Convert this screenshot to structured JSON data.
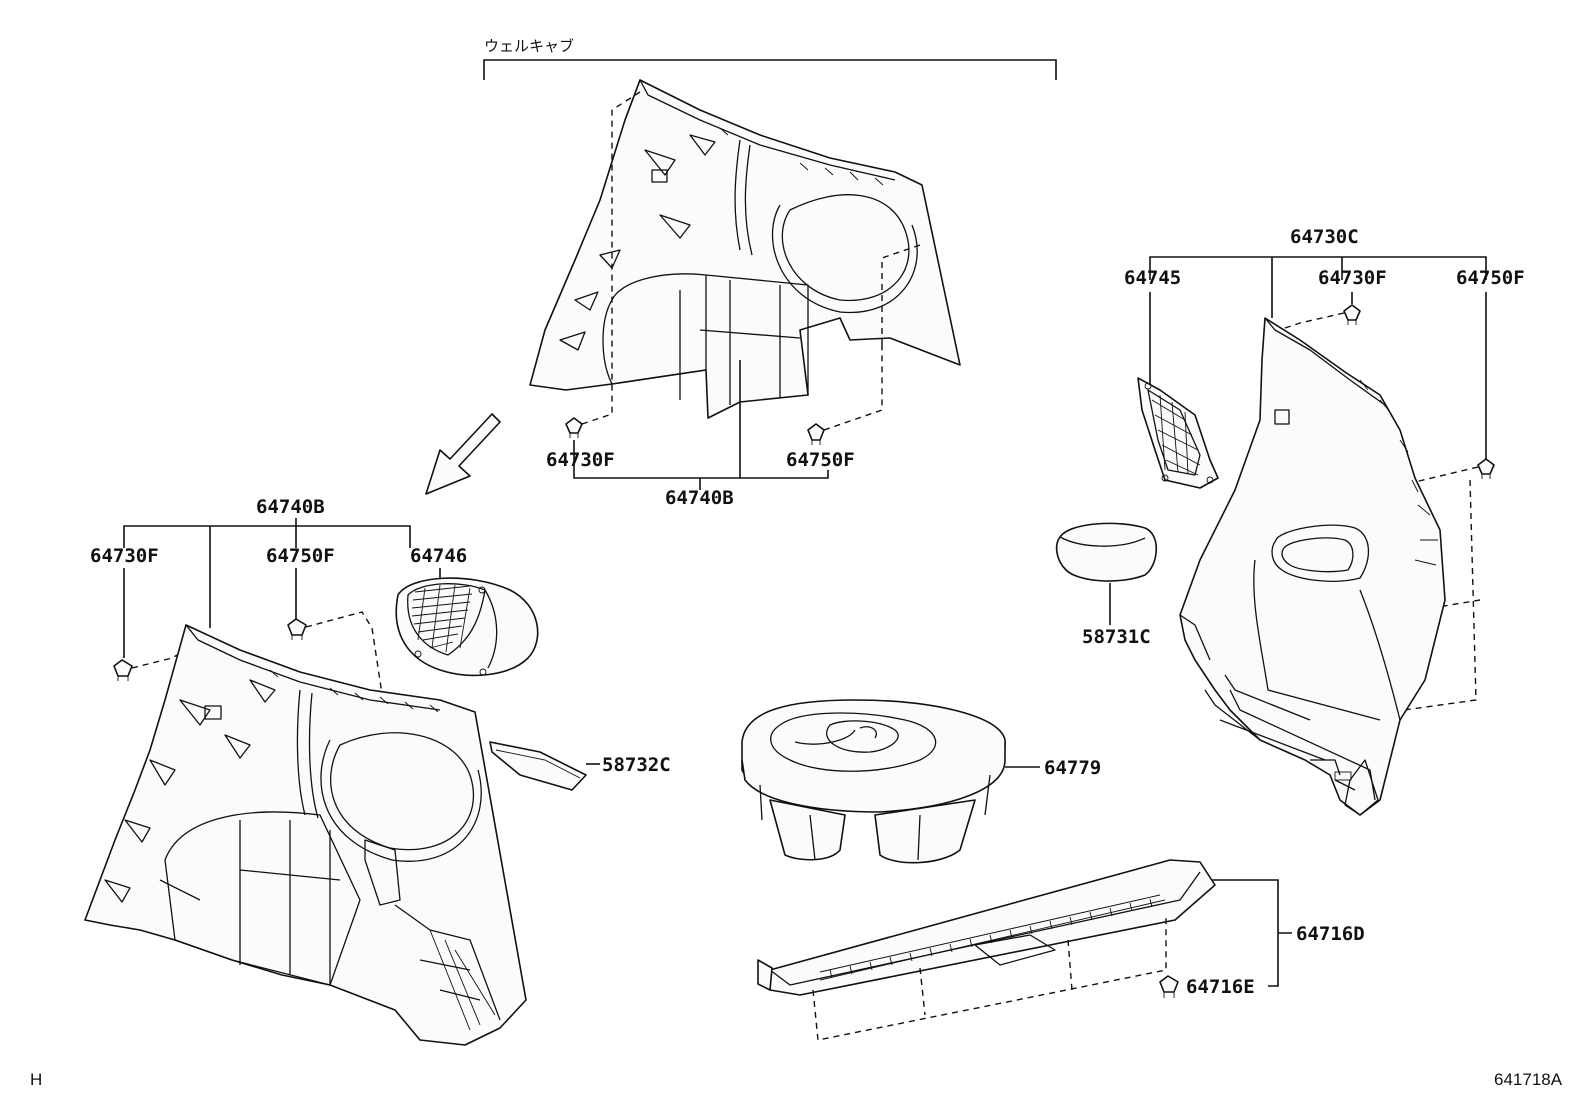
{
  "diagram": {
    "header_note": "ウェルキャブ",
    "labels": {
      "top_clip_f": "64730F",
      "top_clip_750f": "64750F",
      "top_panel": "64740B",
      "left_group": "64740B",
      "left_clip_730f": "64730F",
      "left_clip_750f": "64750F",
      "left_cover_746": "64746",
      "left_lid_58732c": "58732C",
      "right_group": "64730C",
      "right_grille_745": "64745",
      "right_clip_730f": "64730F",
      "right_clip_750f": "64750F",
      "right_lid_58731c": "58731C",
      "spare_tray_64779": "64779",
      "scuff_plate_64716d": "64716D",
      "scuff_clip_64716e": "64716E"
    },
    "corner_left": "H",
    "corner_right": "641718A"
  }
}
